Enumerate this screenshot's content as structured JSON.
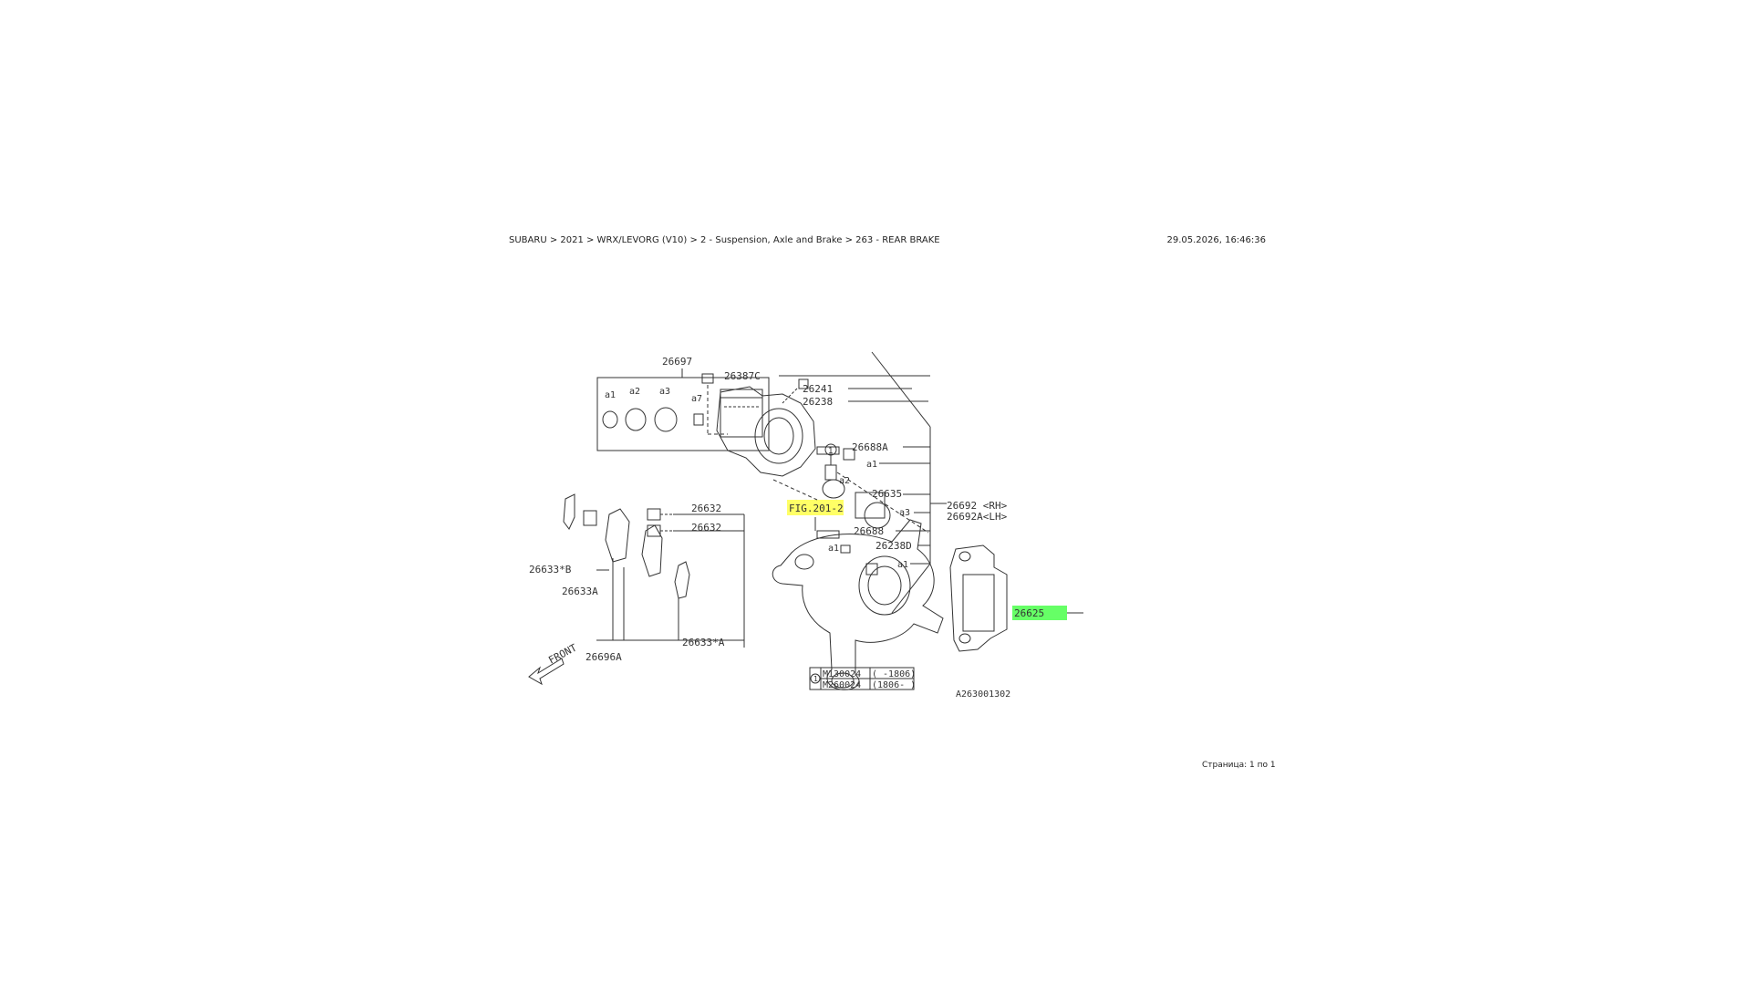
{
  "header": {
    "breadcrumb": "SUBARU > 2021 > WRX/LEVORG (V10) > 2 - Suspension, Axle and Brake > 263 - REAR BRAKE",
    "timestamp": "29.05.2026, 16:46:36"
  },
  "footer": {
    "page_info": "Страница: 1 по 1"
  },
  "diagram": {
    "callouts": {
      "kit": "26697",
      "kit_a1": "a1",
      "kit_a2": "a2",
      "kit_a3": "a3",
      "kit_a7": "a7",
      "bolt_top": "26387C",
      "bolt_2": "26241",
      "bleeder": "26238",
      "pin_a": "26688A",
      "pin_a_a1": "a1",
      "seal_a2": "a2",
      "piston": "26635",
      "piston_a3": "a3",
      "pin": "26688",
      "pin_a1": "a1",
      "cap": "26238D",
      "cap_a1": "a1",
      "caliper_rh": "26692 <RH>",
      "caliper_lh": "26692A<LH>",
      "support": "26625",
      "shim_1": "26632",
      "shim_2": "26632",
      "clip_b": "26633*B",
      "clip_a": "26633A",
      "pad_set": "26696A",
      "clip_star_a": "26633*A",
      "fig_ref": "FIG.201-2",
      "front_arrow": "FRONT",
      "circle_1": "1",
      "diagram_id": "A263001302"
    },
    "table": {
      "ref": "1",
      "rows": [
        {
          "part": "M130024",
          "range": "( -1806)"
        },
        {
          "part": "M260024",
          "range": "(1806- )"
        }
      ]
    },
    "highlight_colors": {
      "fig_ref": "#ffff66",
      "support": "#66ff66"
    }
  }
}
